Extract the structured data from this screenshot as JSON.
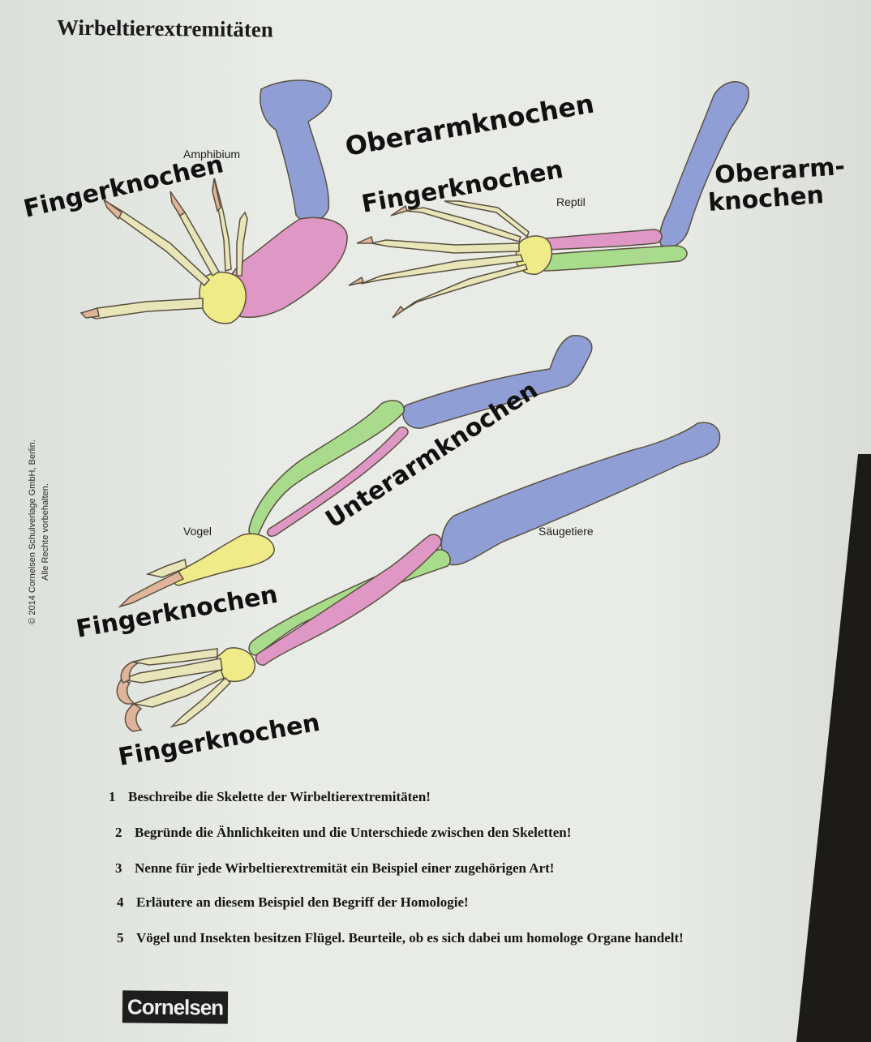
{
  "title": "Wirbeltierextremitäten",
  "copyright": {
    "line1": "© 2014 Cornelsen Schulverlage GmbH, Berlin.",
    "line2": "Alle Rechte vorbehalten."
  },
  "diagram": {
    "species": {
      "amphibium": "Amphibium",
      "reptil": "Reptil",
      "vogel": "Vogel",
      "saeugetiere": "Säugetiere"
    },
    "handwritten": {
      "amphibium_finger": "Fingerknochen",
      "amphibium_oberarm": "Oberarmknochen",
      "reptil_finger": "Fingerknochen",
      "reptil_oberarm_1": "Oberarm-",
      "reptil_oberarm_2": "knochen",
      "unterarm": "Unterarmknochen",
      "vogel_finger": "Fingerknochen",
      "saeugetier_finger": "Fingerknochen"
    },
    "colors": {
      "humerus": "#8f9fd6",
      "radius": "#a8dc8c",
      "ulna": "#df98c6",
      "carpals": "#eeeb88",
      "fingers": "#e8e6b8",
      "phalanx_tip": "#e0b49a"
    }
  },
  "questions": [
    {
      "num": "1",
      "text": "Beschreibe die Skelette der Wirbeltierextremitäten!"
    },
    {
      "num": "2",
      "text": "Begründe die Ähnlichkeiten und die Unterschiede zwischen den Skeletten!"
    },
    {
      "num": "3",
      "text": "Nenne für jede Wirbeltierextremität ein Beispiel einer zugehörigen Art!"
    },
    {
      "num": "4",
      "text": "Erläutere an diesem Beispiel den Begriff der Homologie!"
    },
    {
      "num": "5",
      "text": "Vögel und Insekten besitzen Flügel. Beurteile, ob es sich dabei um homologe Organe handelt!"
    }
  ],
  "logo": "Cornelsen"
}
